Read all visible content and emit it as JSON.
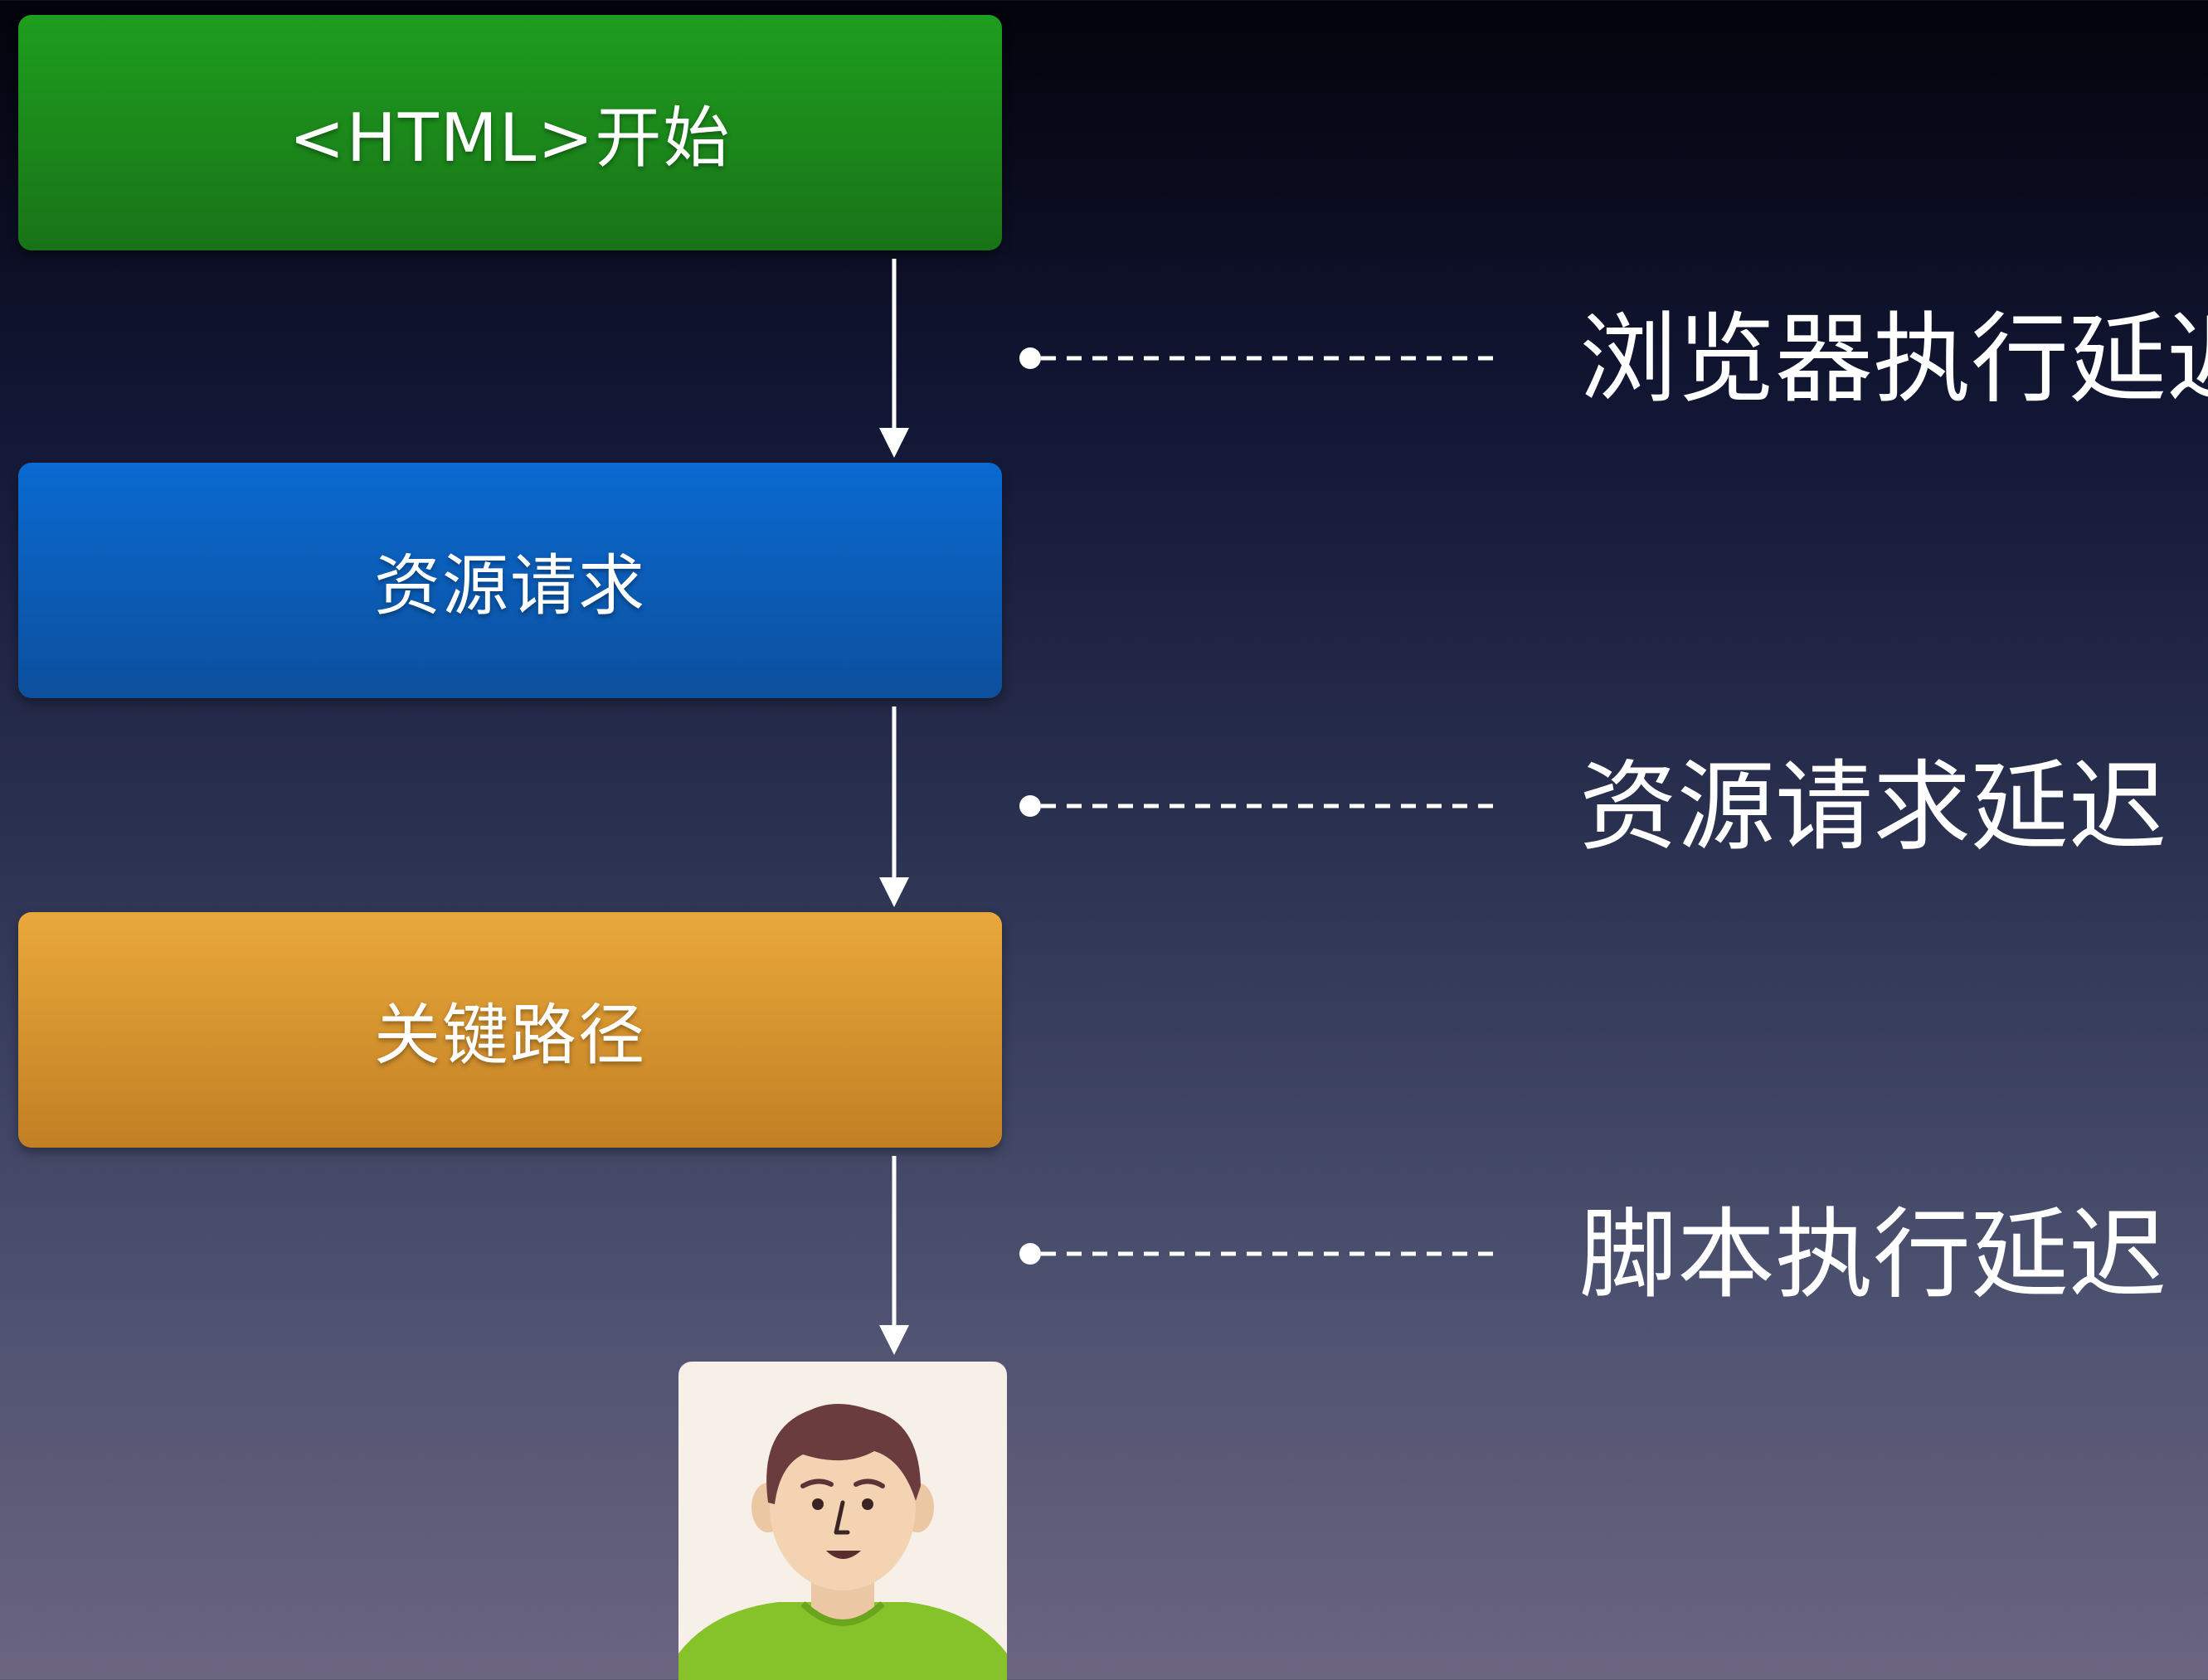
{
  "steps": [
    {
      "label": "<HTML>开始"
    },
    {
      "label": "资源请求"
    },
    {
      "label": "关键路径"
    }
  ],
  "delays": [
    {
      "label": "浏览器执行延迟"
    },
    {
      "label": "资源请求延迟"
    },
    {
      "label": "脚本执行延迟"
    }
  ],
  "colors": {
    "start": "#1b8c1b",
    "request": "#0b60bd",
    "critical": "#d8942e",
    "arrow": "#ffffff"
  },
  "avatar": {
    "icon": "user-avatar-icon"
  }
}
